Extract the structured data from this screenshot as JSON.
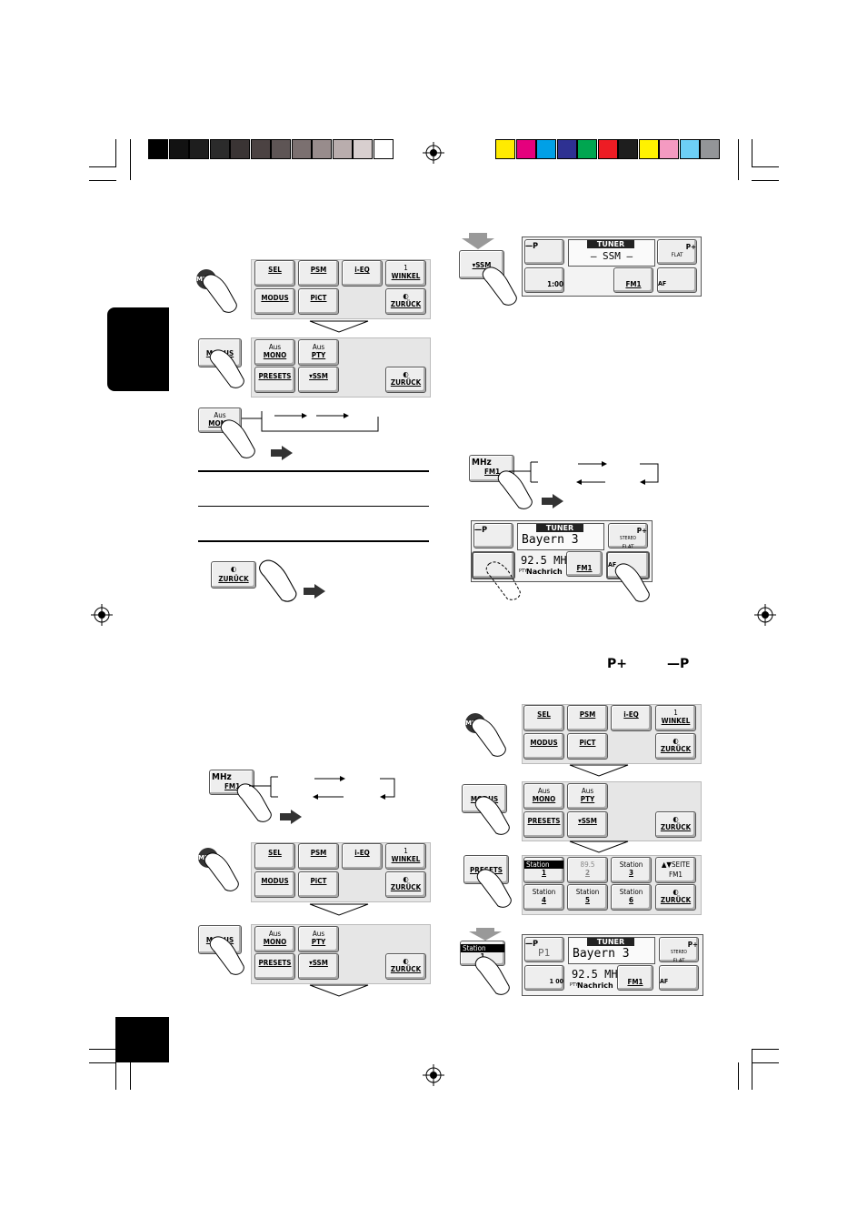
{
  "colors": {
    "grayscale_bar": [
      "#000000",
      "#121212",
      "#1e1e1e",
      "#2b2b2b",
      "#3a3434",
      "#4b4242",
      "#5e5555",
      "#7b7070",
      "#988c8c",
      "#b9adad",
      "#d8cfcf",
      "#ffffff"
    ],
    "color_bar": [
      "#ffeb00",
      "#e5007d",
      "#00a0e6",
      "#2e3192",
      "#00a650",
      "#ed1c24",
      "#1e1e1e",
      "#fff200",
      "#f49ac1",
      "#6dcff6",
      "#939598"
    ]
  },
  "menu": {
    "key": "MENU",
    "sel": "SEL",
    "psm": "PSM",
    "ieq": "i-EQ",
    "winkel_top": "1",
    "winkel": "WINKEL",
    "modus": "MODUS",
    "pict": "PiCT",
    "zurueck": "ZURÜCK"
  },
  "modus": {
    "aus": "Aus",
    "mono": "MONO",
    "pty": "PTY",
    "presets": "PRESETS",
    "ssm": "▾SSM"
  },
  "band": {
    "mhz": "MHz",
    "fm1": "FM1"
  },
  "tuner": {
    "title": "TUNER",
    "minus_p": "—P",
    "plus_p": "P+",
    "flat": "FLAT",
    "stereo": "STEREO",
    "ssm_screen": "— SSM —",
    "time": "1:00",
    "time2": "1 00",
    "station": "Bayern 3",
    "freq": "92.5 MHz",
    "pty_label": "PTY",
    "pty_value": "Nachrich",
    "af": "AF",
    "p1": "P1"
  },
  "presets": {
    "station": "Station",
    "n1": "1",
    "freq2": "89.5",
    "n2": "2",
    "n3": "3",
    "n4": "4",
    "n5": "5",
    "n6": "6",
    "seite": "▲▼SEITE",
    "seite_band": "FM1"
  },
  "legend_buttons": {
    "plus": "P+",
    "minus": "—P"
  }
}
